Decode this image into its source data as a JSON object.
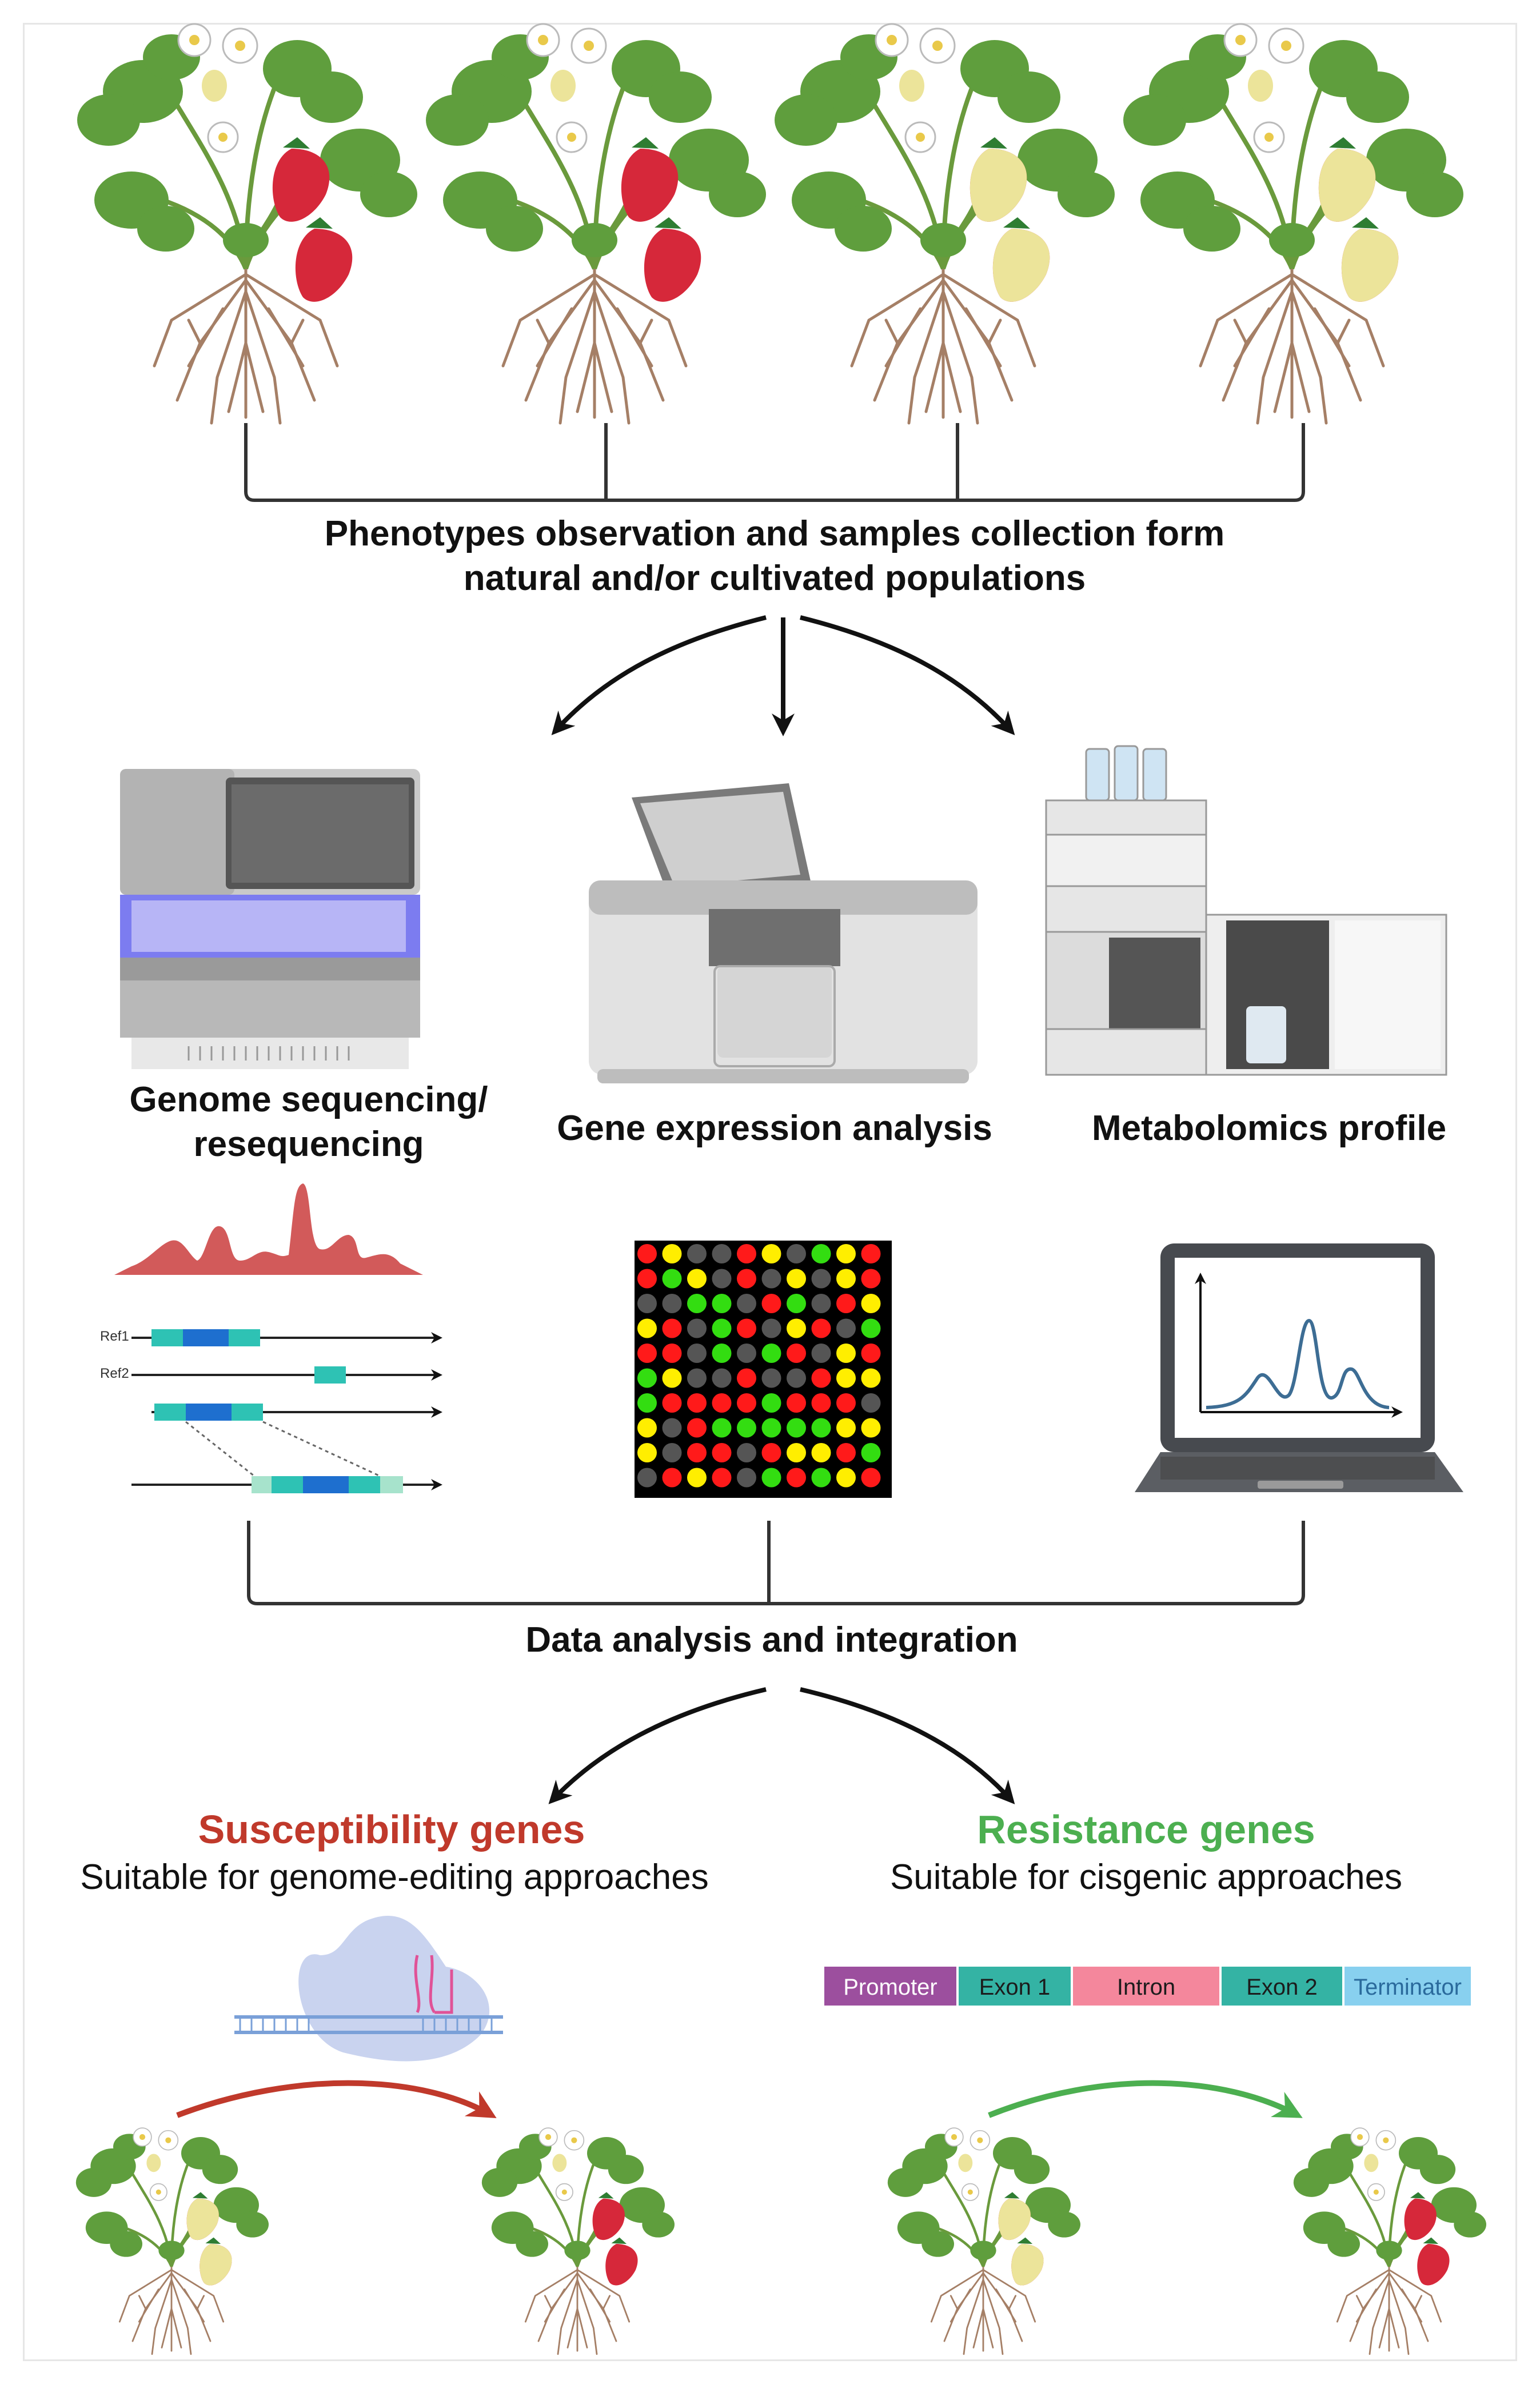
{
  "captions": {
    "sampling_line1": "Phenotypes observation and samples collection form",
    "sampling_line2": "natural and/or cultivated populations",
    "genome_line1": "Genome sequencing/",
    "genome_line2": "resequencing",
    "expression": "Gene expression analysis",
    "metabolomics": "Metabolomics profile",
    "integration": "Data analysis and integration"
  },
  "outcomes": {
    "susceptibility": {
      "title": "Susceptibility genes",
      "subtitle": "Suitable for genome-editing approaches",
      "color": "#c0392b"
    },
    "resistance": {
      "title": "Resistance genes",
      "subtitle": "Suitable for cisgenic approaches",
      "color": "#4caf50"
    }
  },
  "alignment_labels": {
    "ref1": "Ref1",
    "ref2": "Ref2"
  },
  "gene_construct": [
    {
      "label": "Promoter",
      "color": "#9c4f9e"
    },
    {
      "label": "Exon 1",
      "color": "#34b3a4"
    },
    {
      "label": "Intron",
      "color": "#f4879c"
    },
    {
      "label": "Exon 2",
      "color": "#34b3a4"
    },
    {
      "label": "Terminator",
      "color": "#88d0ef"
    }
  ],
  "colors": {
    "fruit_red": "#d6283a",
    "fruit_pale": "#ece49a",
    "leaf": "#5f9e3d",
    "root": "#a57f66",
    "microarray_red": "#ff1a1a",
    "microarray_yellow": "#ffee00",
    "microarray_green": "#33dd11"
  },
  "icons": [
    "strawberry-plant-icon",
    "sequencer-icon",
    "microarray-reader-icon",
    "hplc-ms-icon",
    "laptop-chromatogram-icon",
    "crispr-dna-icon",
    "arrow-icon"
  ]
}
